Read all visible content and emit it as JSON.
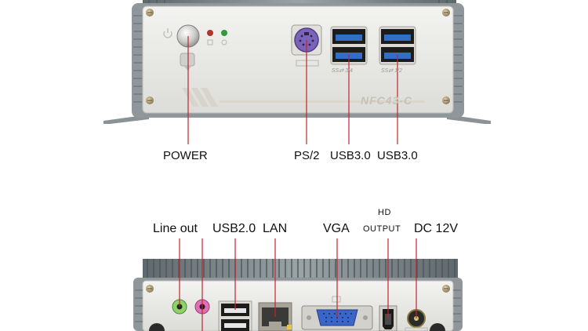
{
  "front_panel": {
    "model_text": "NFC43-C",
    "usb_port_text_left": "SS⇄ 3/4",
    "usb_port_text_right": "SS⇄ 1/2",
    "callouts": {
      "power": "POWER",
      "ps2": "PS/2",
      "usb3_left": "USB3.0",
      "usb3_right": "USB3.0"
    }
  },
  "rear_panel": {
    "callouts": {
      "line_out": "Line out",
      "usb2": "USB2.0",
      "lan": "LAN",
      "vga": "VGA",
      "hd_output_line1": "HD",
      "hd_output_line2": "OUTPUT",
      "dc": "DC 12V"
    }
  },
  "colors": {
    "callout_line": "#c0262b",
    "chassis_face": "#ececea",
    "heatsink": "#7b8488",
    "usb3_blue": "#2f6fc6"
  },
  "icons": [
    "power-icon",
    "led-red-icon",
    "led-green-icon",
    "ps2-port-icon",
    "usb3-port-icon",
    "audio-jack-icon",
    "usb2-port-icon",
    "lan-port-icon",
    "vga-port-icon",
    "hdmi-port-icon",
    "dc-jack-icon",
    "screw-icon"
  ]
}
